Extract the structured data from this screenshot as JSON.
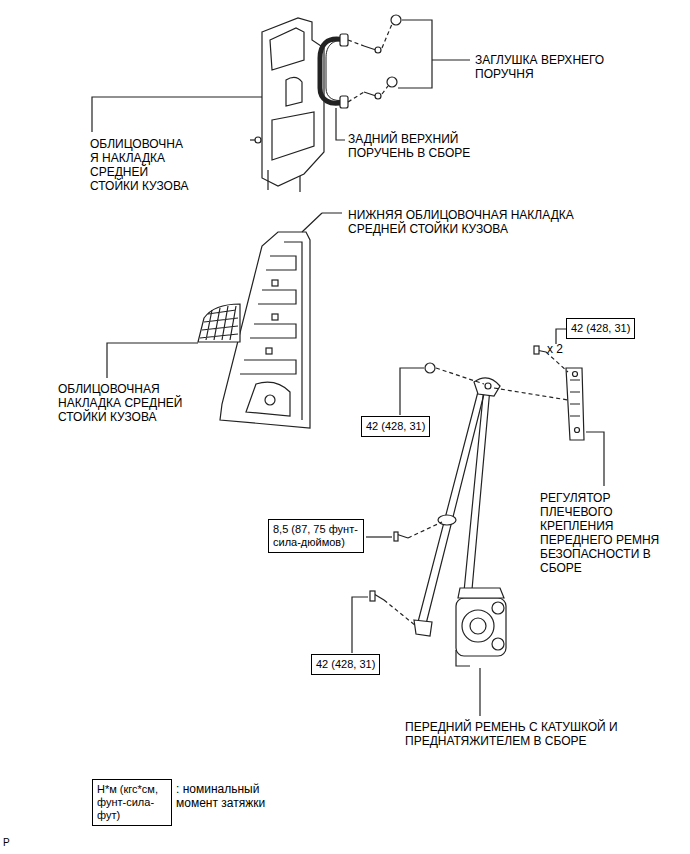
{
  "diagram": {
    "nodes": [
      {
        "text": [
          "42 (428, 31)"
        ]
      },
      {
        "text": [
          "42 (428, 31)"
        ]
      },
      {
        "text": [
          "8,5 (87, 75 фунт-сила-дюймов)"
        ]
      },
      {
        "text": [
          "42 (428, 31)"
        ]
      },
      {
        "text": [
          "Н*м (кгс*см, фунт-сила-фут)"
        ]
      }
    ],
    "labels": [
      "ЗАГЛУШКА ВЕРХНЕГО ПОРУЧНЯ",
      "ЗАДНИЙ ВЕРХНИЙ ПОРУЧЕНЬ В СБОРЕ",
      "ОБЛИЦОВОЧНА Я НАКЛАДКА СРЕДНЕЙ СТОЙКИ КУЗОВА",
      "НИЖНЯЯ ОБЛИЦОВОЧНАЯ НАКЛАДКА СРЕДНЕЙ СТОЙКИ КУЗОВА",
      "ОБЛИЦОВОЧНАЯ НАКЛАДКА СРЕДНЕЙ СТОЙКИ КУЗОВА",
      "x 2",
      "РЕГУЛЯТОР ПЛЕЧЕВОГО КРЕПЛЕНИЯ ПЕРЕДНЕГО РЕМНЯ БЕЗОПАСНОСТИ В СБОРЕ",
      "ПЕРЕДНИЙ РЕМЕНЬ С КАТУШКОЙ И ПРЕДНАТЯЖИТЕЛЕМ В СБОРЕ",
      ": номинальный момент затяжки",
      "P"
    ]
  }
}
